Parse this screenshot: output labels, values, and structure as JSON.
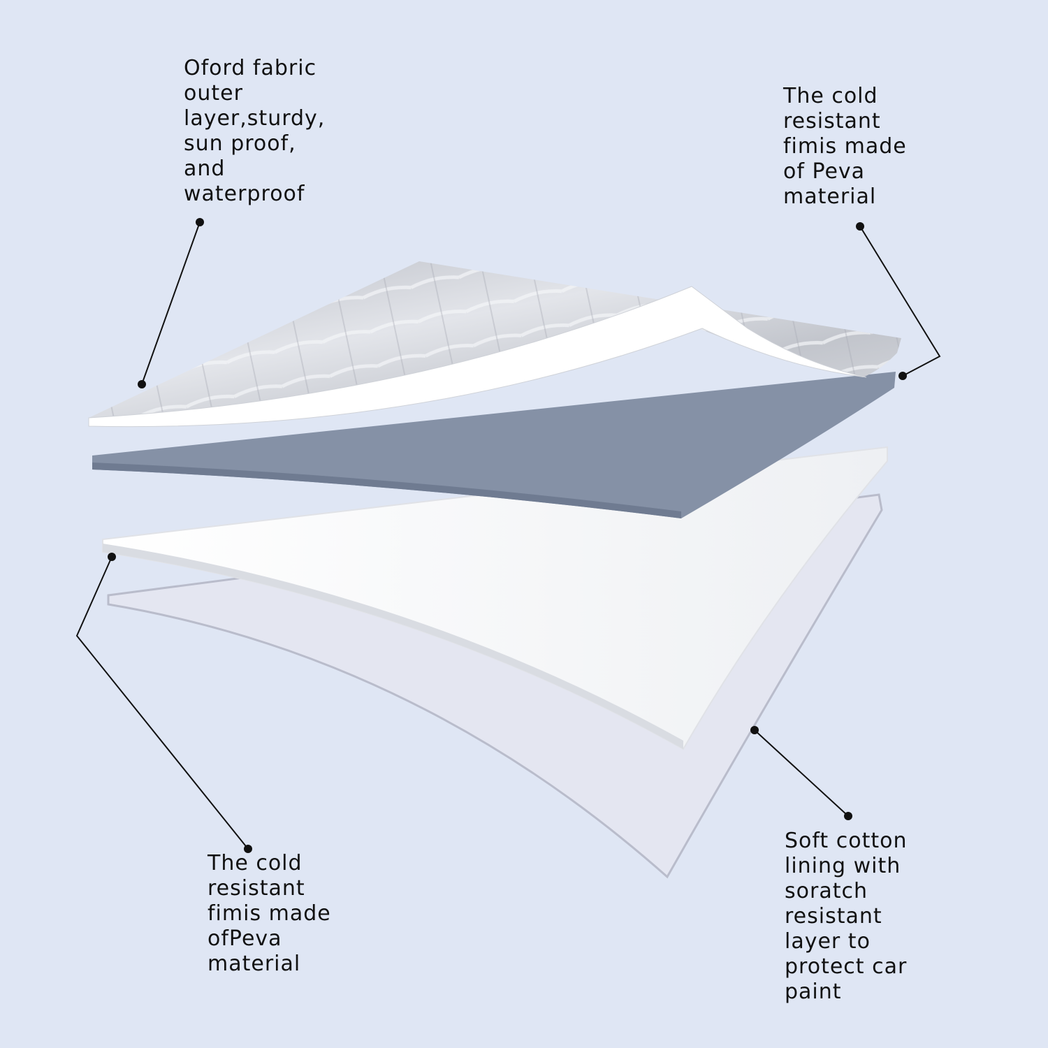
{
  "labels": {
    "outer_fabric": [
      "Oford fabric",
      "outer",
      "layer,sturdy,",
      "sun proof,",
      "and",
      "waterproof"
    ],
    "peva_film_top": [
      "The cold",
      "resistant",
      "fimis made",
      "of Peva",
      "material"
    ],
    "peva_film_bottom": [
      "The cold",
      "resistant",
      "fimis made",
      "ofPeva",
      "material"
    ],
    "cotton_lining": [
      "Soft cotton",
      "lining with",
      "soratch",
      "resistant",
      "layer to",
      "protect car",
      "paint"
    ]
  },
  "colors": {
    "background": "#dfe6f4",
    "foil": "#c9ccd3",
    "peva_grey": "#8591a6",
    "white_layer": "#fbfbfb",
    "cotton": "#e4e6f1"
  }
}
